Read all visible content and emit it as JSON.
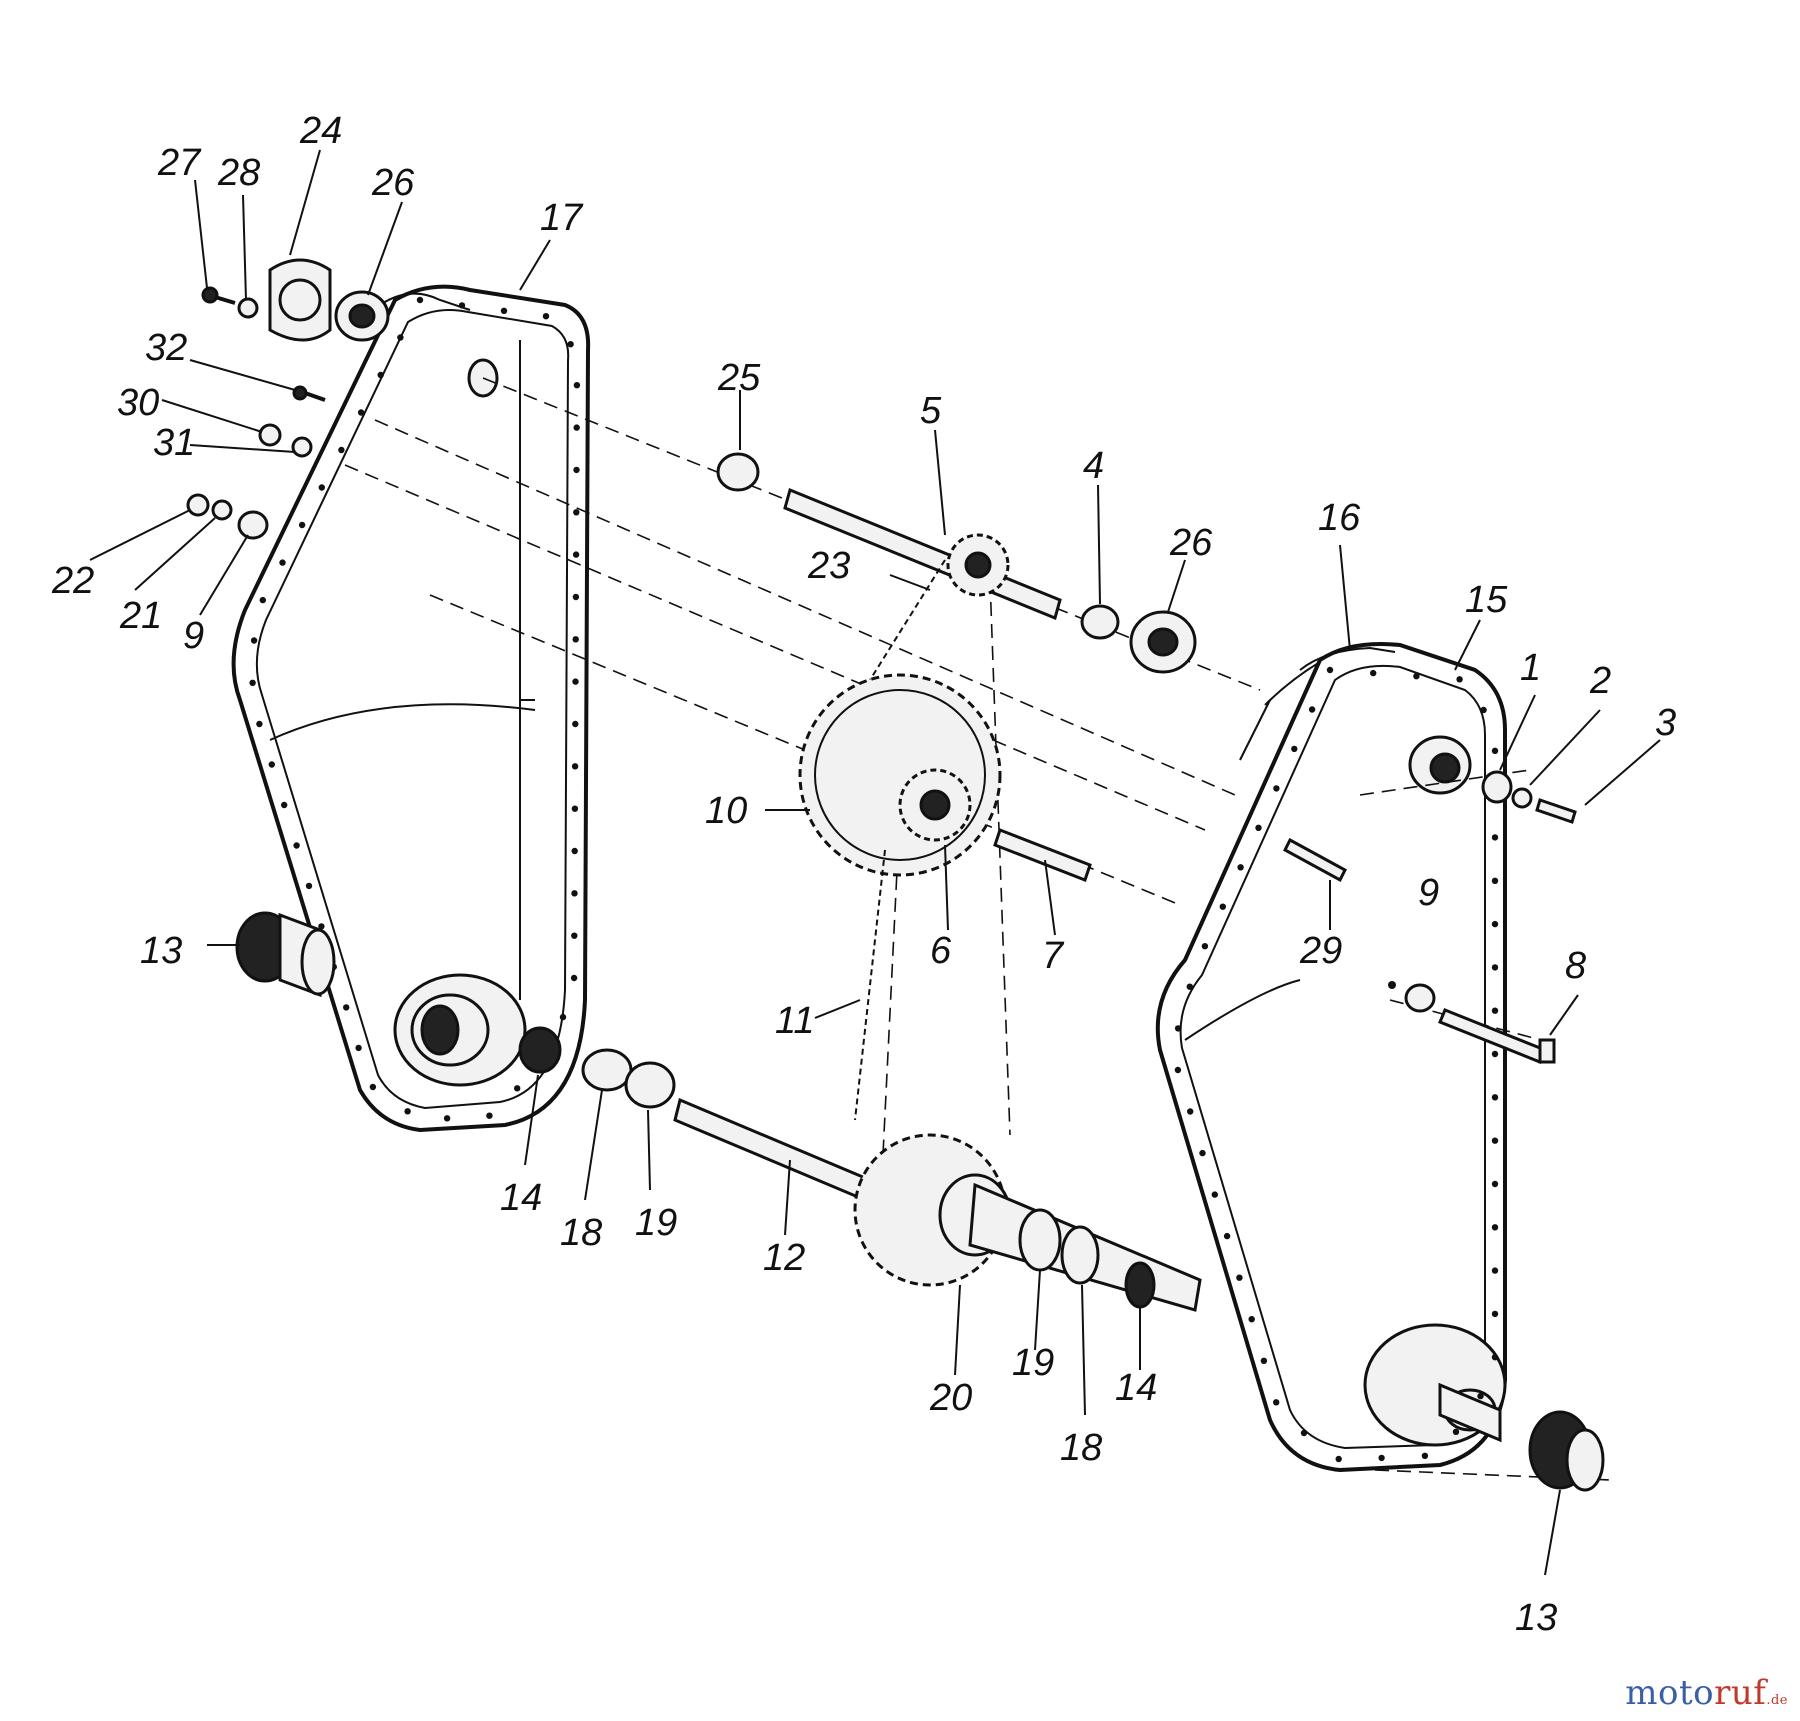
{
  "parts": [
    {
      "id": "p1",
      "label": "1"
    },
    {
      "id": "p2",
      "label": "2"
    },
    {
      "id": "p3",
      "label": "3"
    },
    {
      "id": "p4",
      "label": "4"
    },
    {
      "id": "p5",
      "label": "5"
    },
    {
      "id": "p6",
      "label": "6"
    },
    {
      "id": "p7",
      "label": "7"
    },
    {
      "id": "p8",
      "label": "8"
    },
    {
      "id": "p9a",
      "label": "9"
    },
    {
      "id": "p9b",
      "label": "9"
    },
    {
      "id": "p10",
      "label": "10"
    },
    {
      "id": "p11",
      "label": "11"
    },
    {
      "id": "p12",
      "label": "12"
    },
    {
      "id": "p13a",
      "label": "13"
    },
    {
      "id": "p13b",
      "label": "13"
    },
    {
      "id": "p14a",
      "label": "14"
    },
    {
      "id": "p14b",
      "label": "14"
    },
    {
      "id": "p15",
      "label": "15"
    },
    {
      "id": "p16",
      "label": "16"
    },
    {
      "id": "p17",
      "label": "17"
    },
    {
      "id": "p18a",
      "label": "18"
    },
    {
      "id": "p18b",
      "label": "18"
    },
    {
      "id": "p19a",
      "label": "19"
    },
    {
      "id": "p19b",
      "label": "19"
    },
    {
      "id": "p20",
      "label": "20"
    },
    {
      "id": "p21",
      "label": "21"
    },
    {
      "id": "p22",
      "label": "22"
    },
    {
      "id": "p23",
      "label": "23"
    },
    {
      "id": "p24",
      "label": "24"
    },
    {
      "id": "p25",
      "label": "25"
    },
    {
      "id": "p26a",
      "label": "26"
    },
    {
      "id": "p26b",
      "label": "26"
    },
    {
      "id": "p27",
      "label": "27"
    },
    {
      "id": "p28",
      "label": "28"
    },
    {
      "id": "p29",
      "label": "29"
    },
    {
      "id": "p30",
      "label": "30"
    },
    {
      "id": "p31",
      "label": "31"
    },
    {
      "id": "p32",
      "label": "32"
    }
  ],
  "watermark": {
    "brand_a": "moto",
    "brand_b": "ruf",
    "tld": ".de",
    "color_a": "#3a5ea8",
    "color_b": "#c0392b"
  }
}
